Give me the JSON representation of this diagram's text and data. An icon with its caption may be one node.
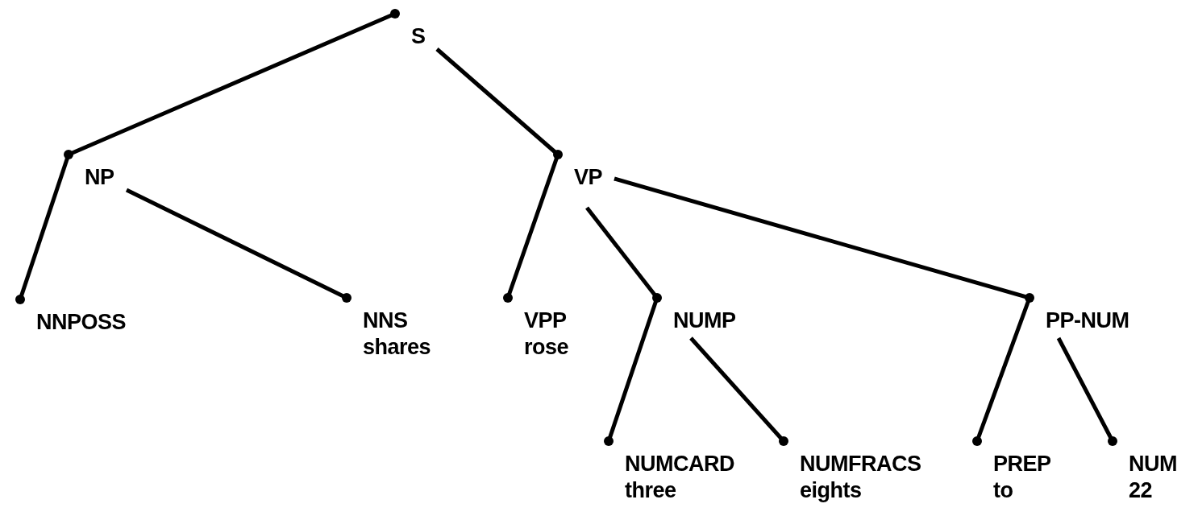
{
  "diagram": {
    "nodes": [
      {
        "text": [
          "S"
        ]
      },
      {
        "text": [
          "NP"
        ]
      },
      {
        "text": [
          "VP"
        ]
      },
      {
        "text": [
          "NNPOSS"
        ]
      },
      {
        "text": [
          "NNS",
          "shares"
        ]
      },
      {
        "text": [
          "VPP",
          "rose"
        ]
      },
      {
        "text": [
          "NUMP"
        ]
      },
      {
        "text": [
          "PP-NUM"
        ]
      },
      {
        "text": [
          "NUMCARD",
          "three"
        ]
      },
      {
        "text": [
          "NUMFRACS",
          "eights"
        ]
      },
      {
        "text": [
          "PREP",
          "to"
        ]
      },
      {
        "text": [
          "NUM",
          "22"
        ]
      }
    ],
    "edges": [
      {
        "from": 0,
        "to": 1,
        "arrow": "none"
      },
      {
        "from": 0,
        "to": 2,
        "arrow": "none"
      },
      {
        "from": 1,
        "to": 3,
        "arrow": "none"
      },
      {
        "from": 1,
        "to": 4,
        "arrow": "none"
      },
      {
        "from": 2,
        "to": 5,
        "arrow": "none"
      },
      {
        "from": 2,
        "to": 6,
        "arrow": "none"
      },
      {
        "from": 2,
        "to": 7,
        "arrow": "none"
      },
      {
        "from": 6,
        "to": 8,
        "arrow": "none"
      },
      {
        "from": 6,
        "to": 9,
        "arrow": "none"
      },
      {
        "from": 7,
        "to": 10,
        "arrow": "none"
      },
      {
        "from": 7,
        "to": 11,
        "arrow": "none"
      }
    ]
  }
}
